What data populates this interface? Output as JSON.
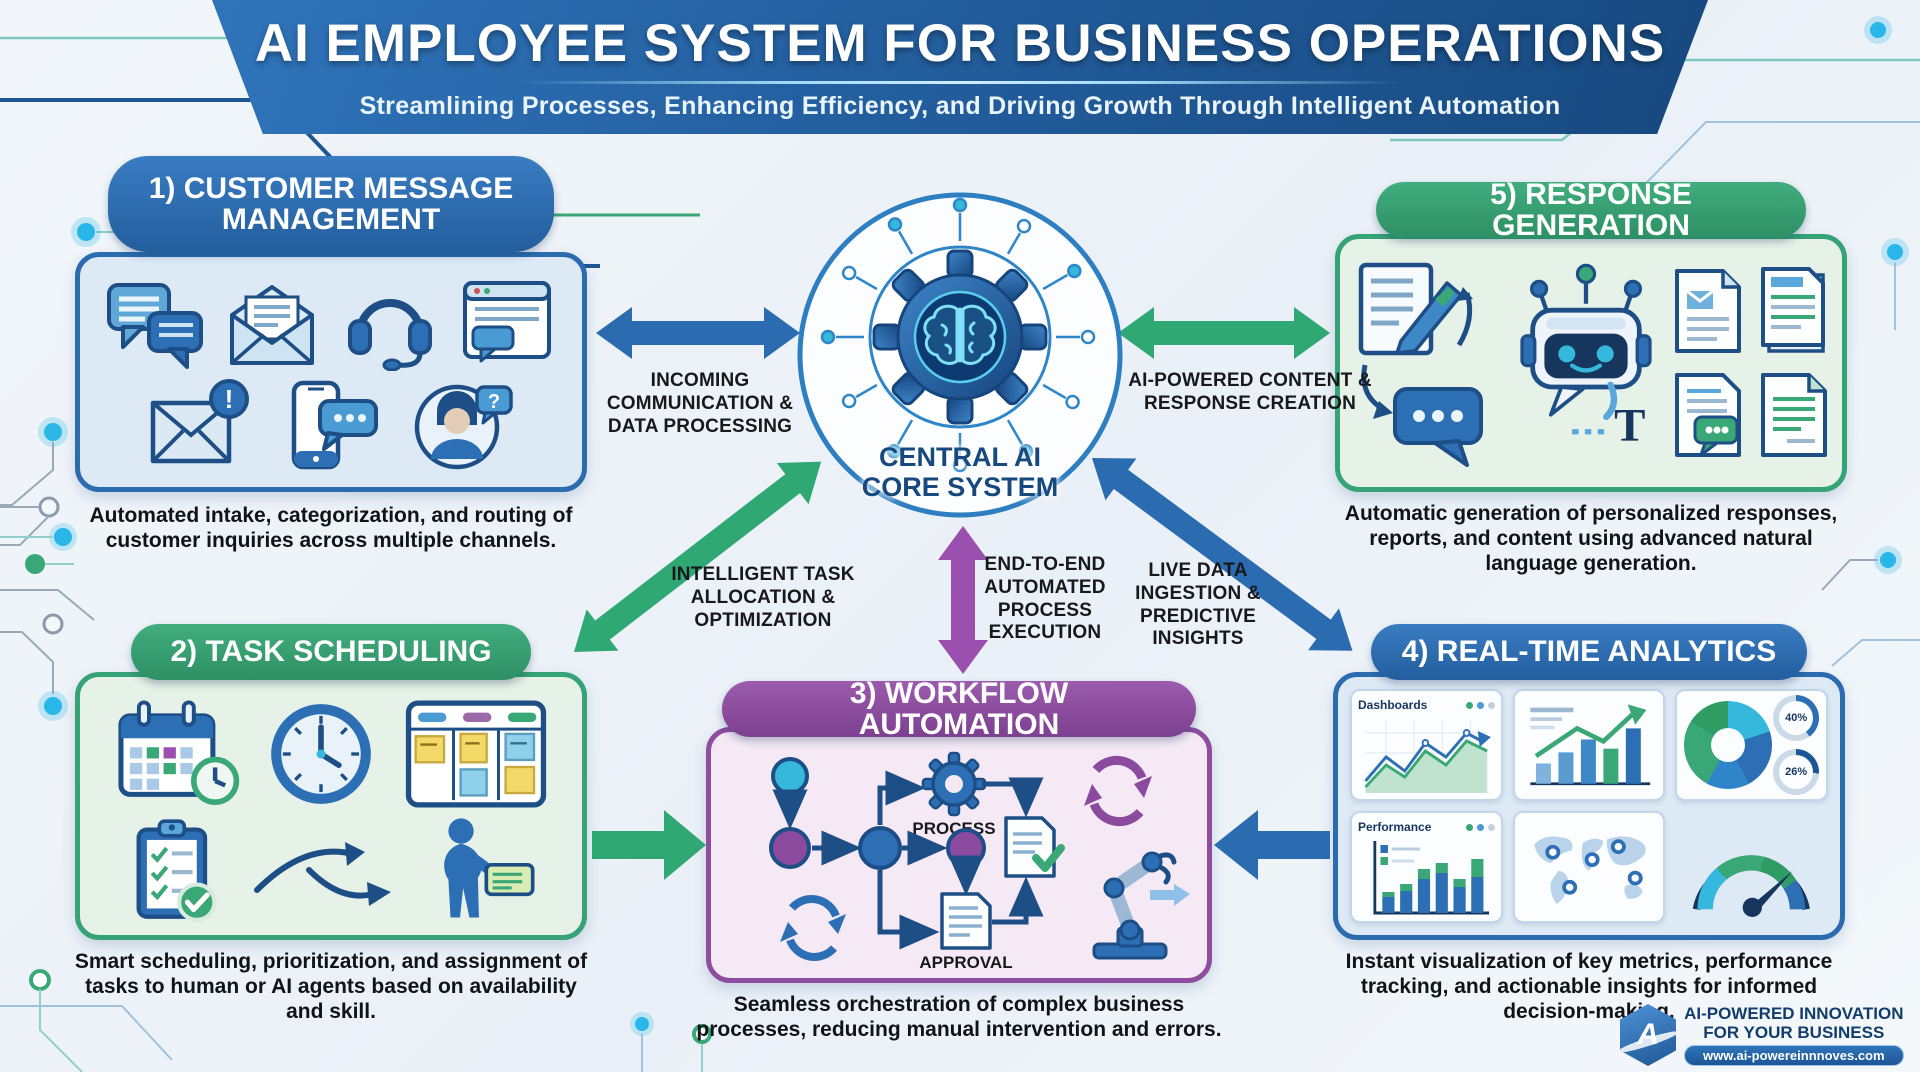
{
  "header": {
    "title": "AI EMPLOYEE SYSTEM FOR BUSINESS OPERATIONS",
    "subtitle": "Streamlining Processes, Enhancing Efficiency, and Driving Growth Through Intelligent Automation"
  },
  "center": {
    "label_line1": "CENTRAL AI",
    "label_line2": "CORE SYSTEM"
  },
  "modules": {
    "m1": {
      "title": "1) CUSTOMER MESSAGE MANAGEMENT",
      "caption": "Automated intake, categorization, and routing of customer inquiries across multiple channels.",
      "icons": [
        "chat-bubbles",
        "open-envelope",
        "headset",
        "browser-chat",
        "envelope-alert",
        "phone-chat",
        "customer-avatar"
      ]
    },
    "m2": {
      "title": "2) TASK SCHEDULING",
      "caption": "Smart scheduling, prioritization, and assignment of tasks to human or AI agents based on availability and skill.",
      "icons": [
        "calendar-clock",
        "clock",
        "kanban-board",
        "clipboard-checklist",
        "flow-arrows",
        "worker-card"
      ]
    },
    "m3": {
      "title": "3) WORKFLOW AUTOMATION",
      "caption": "Seamless orchestration of complex business processes, reducing manual intervention and errors.",
      "labels": {
        "process": "PROCESS",
        "approval": "APPROVAL"
      },
      "icons": [
        "flowchart-nodes",
        "gear",
        "approval-document",
        "approved-document",
        "cycle-arrows",
        "robot-arm"
      ]
    },
    "m4": {
      "title": "4) REAL-TIME ANALYTICS",
      "caption": "Instant visualization of key metrics, performance tracking, and actionable insights for informed decision-making.",
      "tiles": {
        "dashboards": "Dashboards",
        "performance": "Performance",
        "donut_pct_1": "40%",
        "donut_pct_2": "26%"
      },
      "icons": [
        "line-chart",
        "bar-chart-growth",
        "donut-chart",
        "stacked-bar-chart",
        "world-map",
        "gauge"
      ]
    },
    "m5": {
      "title": "5) RESPONSE GENERATION",
      "caption": "Automatic generation of personalized responses, reports, and content using advanced natural language generation.",
      "icons": [
        "document-pen",
        "chat-dots",
        "robot-chatbot",
        "typography-T",
        "document-mail",
        "document-report",
        "document-chat",
        "document-green"
      ]
    }
  },
  "flows": {
    "incoming": "INCOMING COMMUNICATION & DATA PROCESSING",
    "response": "AI-POWERED CONTENT & RESPONSE CREATION",
    "task": "INTELLIGENT TASK ALLOCATION & OPTIMIZATION",
    "process_exec": "END-TO-END AUTOMATED PROCESS EXECUTION",
    "live_data": "LIVE DATA INGESTION & PREDICTIVE INSIGHTS"
  },
  "icons": {
    "glyphs": {
      "alert": "!",
      "question": "?",
      "typography": "T"
    }
  },
  "logo": {
    "line1": "AI-POWERED INNOVATION",
    "line2": "FOR YOUR BUSINESS",
    "url": "www.ai-powereinnnoves.com",
    "badge_letter": "A"
  },
  "colors": {
    "blue": "#2b6cb0",
    "green": "#2fa874",
    "purple": "#9b4fae",
    "navy": "#17497f",
    "cyan": "#35b8dc"
  }
}
